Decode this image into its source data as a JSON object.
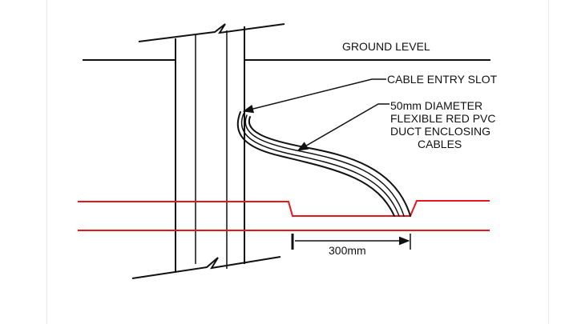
{
  "labels": {
    "ground_level": "GROUND LEVEL",
    "cable_entry_slot": "CABLE ENTRY SLOT",
    "duct_line1": "50mm DIAMETER",
    "duct_line2": "FLEXIBLE RED PVC",
    "duct_line3": "DUCT ENCLOSING",
    "duct_line4": "CABLES",
    "dimension": "300mm"
  },
  "colors": {
    "line": "#111111",
    "duct_trench": "#e8151b",
    "frame_edge": "#e6e6e6"
  }
}
